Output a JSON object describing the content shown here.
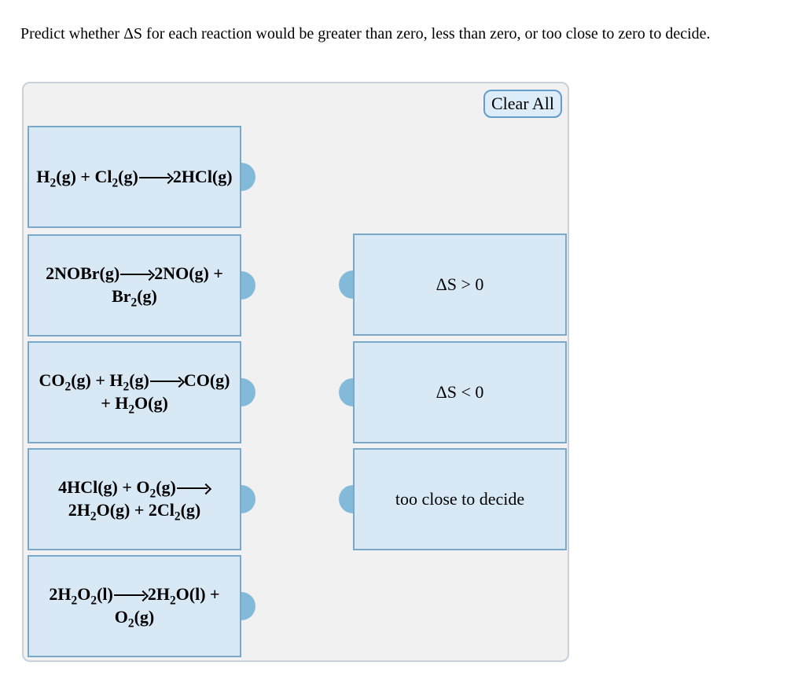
{
  "question": "Predict whether ΔS for each reaction would be greater than zero, less than zero, or too close to zero to decide.",
  "panel": {
    "clear_all_label": "Clear All",
    "reactions": [
      {
        "lines": [
          "H_2(g) + Cl_2(g)-->2HCl(g)"
        ]
      },
      {
        "lines": [
          "2NOBr(g)-->2NO(g) +",
          "Br_2(g)"
        ]
      },
      {
        "lines": [
          "CO_2(g) + H_2(g)-->CO(g)",
          "+ H_2O(g)"
        ]
      },
      {
        "lines": [
          "4HCl(g) + O_2(g)-->",
          "2H_2O(g) + 2Cl_2(g)"
        ]
      },
      {
        "lines": [
          "2H_2O_2(l)-->2H_2O(l) +",
          "O_2(g)"
        ]
      }
    ],
    "answers": [
      {
        "label": "ΔS > 0"
      },
      {
        "label": "ΔS < 0"
      },
      {
        "label": "too close to decide"
      }
    ]
  },
  "colors": {
    "card_fill": "#d8e9f5",
    "card_border": "#7aa8c8",
    "connector": "#83bada",
    "panel_fill": "#f1f1f2",
    "panel_border": "#c9d0d9",
    "button_fill": "#dcecf8",
    "button_border": "#659ccc"
  }
}
